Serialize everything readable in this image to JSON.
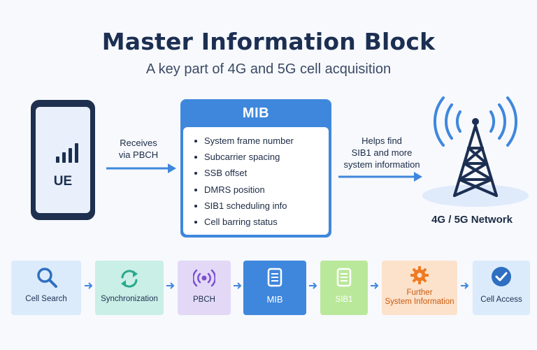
{
  "title": "Master Information Block",
  "subtitle": "A key part of 4G and 5G cell acquisition",
  "ue": {
    "label": "UE",
    "icon": "signal-bars-icon"
  },
  "left_arrow": {
    "line1": "Receives",
    "line2": "via PBCH"
  },
  "mib": {
    "title": "MIB",
    "items": [
      "System frame number",
      "Subcarrier spacing",
      "SSB offset",
      "DMRS position",
      "SIB1 scheduling info",
      "Cell barring status"
    ]
  },
  "right_arrow": {
    "line1": "Helps find",
    "line2": "SIB1 and more",
    "line3": "system information"
  },
  "network": {
    "label": "4G / 5G Network",
    "icon": "cell-tower-icon"
  },
  "steps": [
    {
      "label": "Cell Search",
      "icon": "search-icon",
      "color": "#dcebfb",
      "accent": "#2f6fc1"
    },
    {
      "label": "Synchronization",
      "icon": "sync-icon",
      "color": "#c9efe6",
      "accent": "#2aa88c"
    },
    {
      "label": "PBCH",
      "icon": "broadcast-icon",
      "color": "#e3d9f6",
      "accent": "#7a4fd0"
    },
    {
      "label": "MIB",
      "icon": "document-icon",
      "color": "#3f87dc",
      "accent": "#ffffff"
    },
    {
      "label": "SIB1",
      "icon": "document-icon",
      "color": "#c6eda6",
      "accent": "#ffffff"
    },
    {
      "label": "Further\nSystem Information",
      "line1": "Further",
      "line2": "System Information",
      "icon": "gear-icon",
      "color": "#fde2cb",
      "accent": "#ef7a22"
    },
    {
      "label": "Cell Access",
      "icon": "check-circle-icon",
      "color": "#dcebfb",
      "accent": "#2f6fc1"
    }
  ],
  "colors": {
    "accent": "#3f87dc",
    "title": "#1c2f52",
    "arrow": "#3f87dc"
  }
}
